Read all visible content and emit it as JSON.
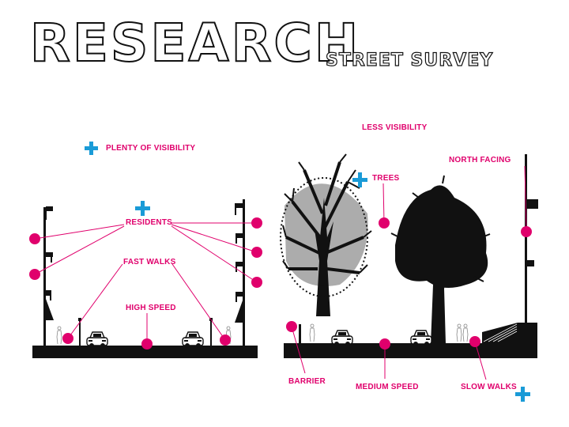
{
  "header": {
    "title": "RESEARCH",
    "subtitle": "STREET SURVEY"
  },
  "labels": {
    "plenty_visibility": "PLENTY OF VISIBILITY",
    "less_visibility": "LESS VISIBILITY",
    "residents": "RESIDENTS",
    "fast_walks": "FAST WALKS",
    "high_speed": "HIGH SPEED",
    "trees": "TREES",
    "north_facing": "NORTH FACING",
    "barrier": "BARRIER",
    "medium_speed": "MEDIUM SPEED",
    "slow_walks": "SLOW WALKS"
  },
  "colors": {
    "accent_pink": "#e0006c",
    "accent_blue": "#1a9bd7",
    "ink": "#111111"
  }
}
